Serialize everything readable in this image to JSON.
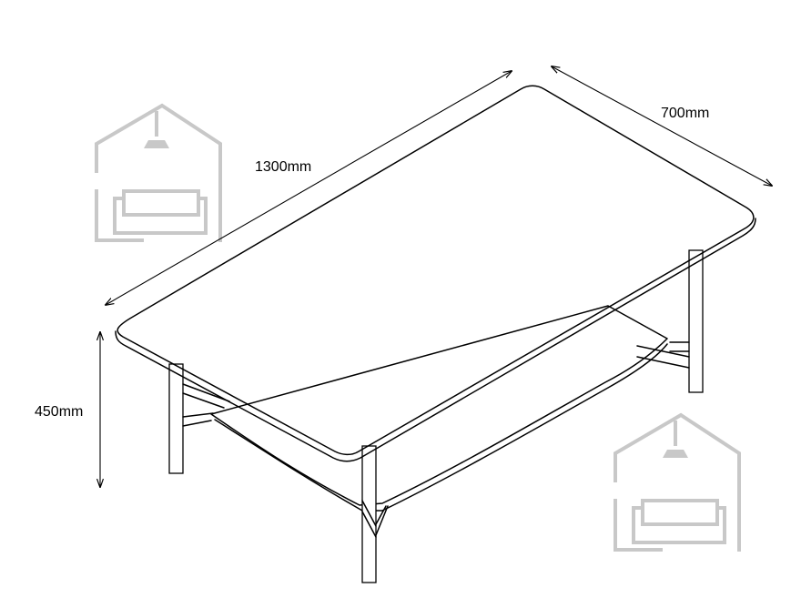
{
  "dimensions": {
    "length": "1300mm",
    "width": "700mm",
    "height": "450mm"
  },
  "colors": {
    "outline": "#000000",
    "watermark": "#c8c8c8",
    "background": "#ffffff"
  },
  "watermark_icon": "house-with-sofa-logo"
}
